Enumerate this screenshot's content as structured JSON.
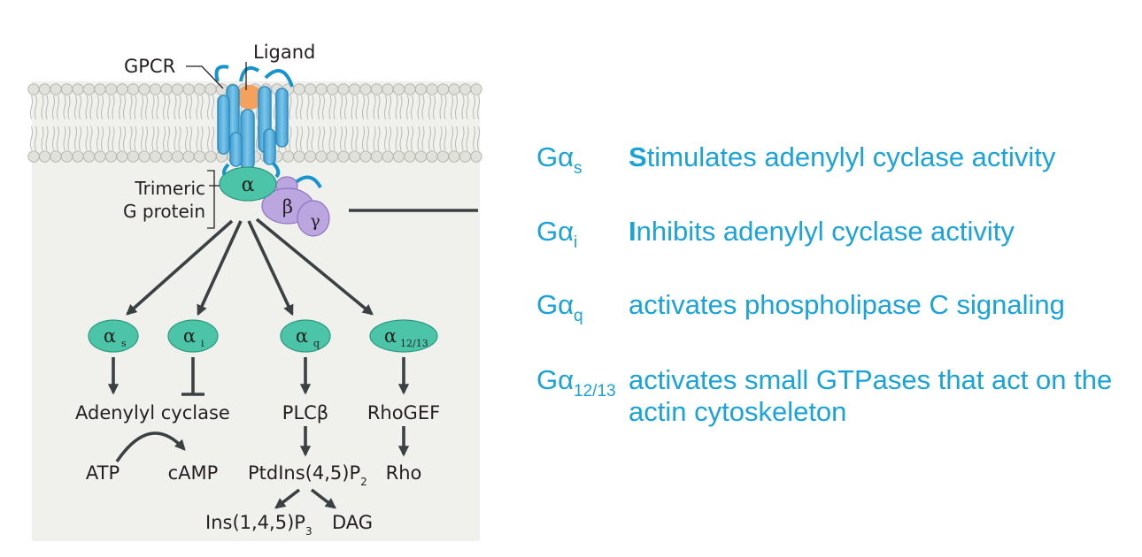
{
  "labels": {
    "ligand": "Ligand",
    "gpcr": "GPCR",
    "trimeric": "Trimeric",
    "g_protein": "G protein",
    "alpha": "α",
    "beta": "β",
    "gamma": "γ",
    "alpha_sub_s": "s",
    "alpha_sub_i": "i",
    "alpha_sub_q": "q",
    "alpha_sub_12": "12/13",
    "adenylyl_cyclase": "Adenylyl cyclase",
    "atp": "ATP",
    "camp": "cAMP",
    "plcb": "PLCβ",
    "pip2_main": "PtdIns(4,5)P",
    "pip2_sub": "2",
    "ip3_main": "Ins(1,4,5)P",
    "ip3_sub": "3",
    "dag": "DAG",
    "rhogef": "RhoGEF",
    "rho": "Rho"
  },
  "descriptions": [
    {
      "name": "Gα",
      "sub": "s",
      "first": "S",
      "rest": "timulates adenylyl cyclase activity",
      "first_bold": true
    },
    {
      "name": "Gα",
      "sub": "i",
      "first": "I",
      "rest": "nhibits adenylyl cyclase activity",
      "first_bold": true
    },
    {
      "name": "Gα",
      "sub": "q",
      "first": "",
      "rest": "activates phospholipase C signaling",
      "first_bold": false
    },
    {
      "name": "Gα",
      "sub": "12/13",
      "first": "",
      "rest": "activates small GTPases that act on the actin cytoskeleton",
      "first_bold": false
    }
  ],
  "colors": {
    "accent_text": "#1aa3d9",
    "membrane": "#f0f0ed",
    "helix": "#5bb3dd",
    "helix_dark": "#2f8dc0",
    "loop": "#1594cf",
    "ligand": "#f4a15e",
    "alpha_subunit": "#4cc4a8",
    "beta_gamma": "#bca6e0",
    "arrow": "#3b4143"
  }
}
